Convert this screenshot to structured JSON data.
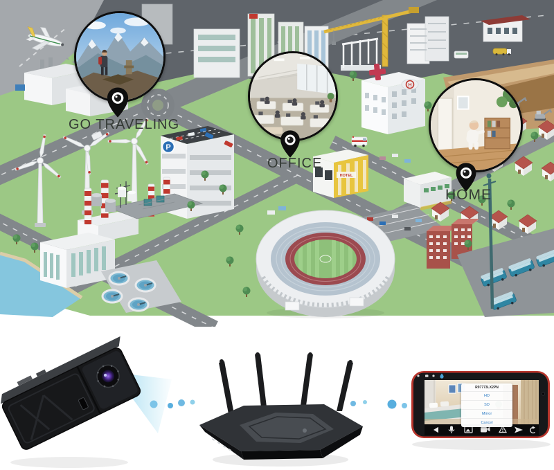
{
  "map": {
    "markers": [
      {
        "id": "go-traveling",
        "label": "GO TRAVELING",
        "photo": "hiker-on-mountain-photo"
      },
      {
        "id": "office",
        "label": "OFFICE",
        "photo": "open-plan-office-photo"
      },
      {
        "id": "home",
        "label": "HOME",
        "photo": "toddler-at-home-photo"
      }
    ],
    "signs": {
      "hotel": "HOTEL",
      "parking": "P",
      "helipad": "H"
    }
  },
  "diagram": {
    "phone": {
      "dialog": {
        "title": "R97773LX2PN",
        "options": [
          "HD",
          "SD",
          "Mirror",
          "Cancel"
        ]
      },
      "toolbar_icons": [
        "back-icon",
        "mic-icon",
        "gallery-icon",
        "record-icon",
        "alert-icon",
        "send-icon",
        "rotate-icon"
      ],
      "status_icons": [
        "camera-dot-icon",
        "app-square-icon",
        "notify-dot-icon",
        "water-drop-icon"
      ]
    },
    "connection_dots_color": "#5fb3e0",
    "beam_color": "#aadcef"
  },
  "colors": {
    "grass": "#9cc885",
    "road": "#82878b",
    "road_dark": "#5f646a",
    "water": "#85c6de",
    "pin": "#0e0e0e",
    "phone_frame_red": "#b8352c",
    "label_text": "#343a35"
  }
}
